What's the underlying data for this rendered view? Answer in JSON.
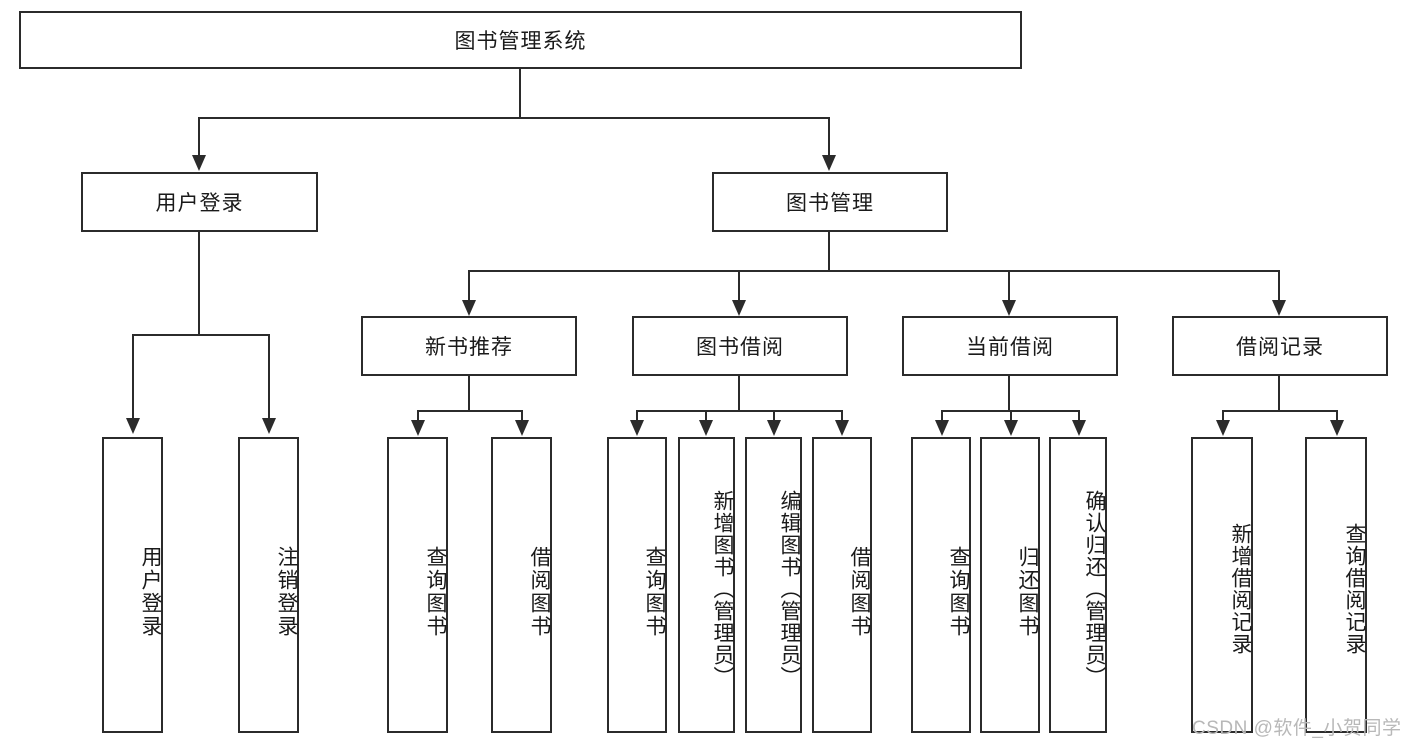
{
  "diagram": {
    "type": "tree-hierarchy-functional-decomposition",
    "background_color": "#ffffff",
    "stroke_color": "#2b2b2b",
    "text_color": "#1a1a1a",
    "root": {
      "label": "图书管理系统"
    },
    "level2": [
      {
        "label": "用户登录"
      },
      {
        "label": "图书管理"
      }
    ],
    "level3": [
      {
        "label": "新书推荐"
      },
      {
        "label": "图书借阅"
      },
      {
        "label": "当前借阅"
      },
      {
        "label": "借阅记录"
      }
    ],
    "leaves": {
      "user_login": [
        {
          "label": "用户登录"
        },
        {
          "label": "注销登录"
        }
      ],
      "new_book_recommend": [
        {
          "label": "查询图书"
        },
        {
          "label": "借阅图书"
        }
      ],
      "book_borrow": [
        {
          "label": "查询图书"
        },
        {
          "label": "新增图书（管理员）"
        },
        {
          "label": "编辑图书（管理员）"
        },
        {
          "label": "借阅图书"
        }
      ],
      "current_borrow": [
        {
          "label": "查询图书"
        },
        {
          "label": "归还图书"
        },
        {
          "label": "确认归还（管理员）"
        }
      ],
      "borrow_record": [
        {
          "label": "新增借阅记录"
        },
        {
          "label": "查询借阅记录"
        }
      ]
    }
  },
  "watermark": {
    "text": "CSDN @软件_小贺同学",
    "color": "#b8b8b8"
  }
}
